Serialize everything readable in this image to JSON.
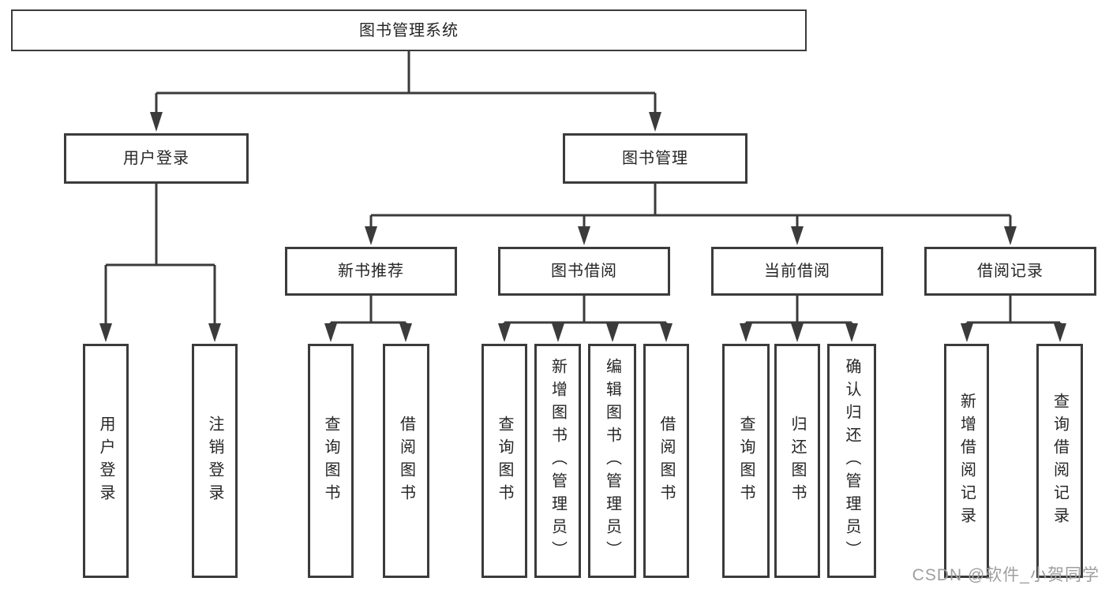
{
  "diagram": {
    "root": {
      "label": "图书管理系统"
    },
    "branches": [
      {
        "label": "用户登录",
        "children": [
          {
            "label": "用户登录"
          },
          {
            "label": "注销登录"
          }
        ]
      },
      {
        "label": "图书管理",
        "children": [
          {
            "label": "新书推荐",
            "children": [
              {
                "label": "查询图书"
              },
              {
                "label": "借阅图书"
              }
            ]
          },
          {
            "label": "图书借阅",
            "children": [
              {
                "label": "查询图书"
              },
              {
                "label": "新增图书（管理员）"
              },
              {
                "label": "编辑图书（管理员）"
              },
              {
                "label": "借阅图书"
              }
            ]
          },
          {
            "label": "当前借阅",
            "children": [
              {
                "label": "查询图书"
              },
              {
                "label": "归还图书"
              },
              {
                "label": "确认归还（管理员）"
              }
            ]
          },
          {
            "label": "借阅记录",
            "children": [
              {
                "label": "新增借阅记录"
              },
              {
                "label": "查询借阅记录"
              }
            ]
          }
        ]
      }
    ]
  },
  "watermark": {
    "text": "CSDN @软件_小贺同学"
  },
  "colors": {
    "line": "#3b3b3b",
    "text": "#262626",
    "box_fill": "#ffffff",
    "background": "#ffffff",
    "watermark": "#9e9e9e"
  }
}
